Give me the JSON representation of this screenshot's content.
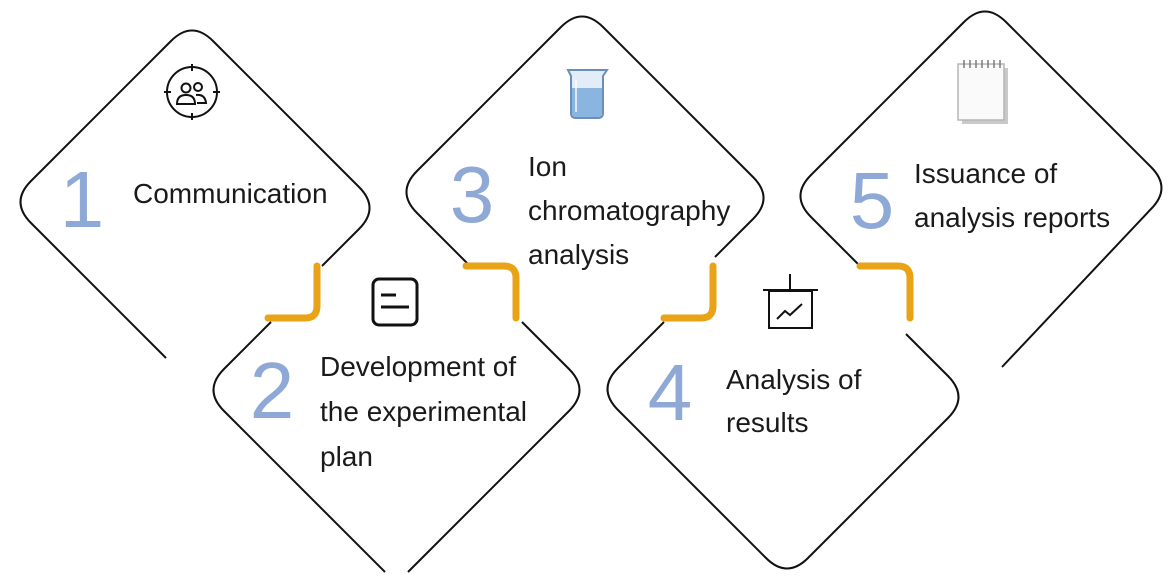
{
  "colors": {
    "outline": "#111111",
    "connector": "#e8a316",
    "number": "#8fa9d6",
    "text": "#1a1a1a"
  },
  "steps": [
    {
      "number": "1",
      "lines": [
        "Communication"
      ],
      "icon": "people-target-icon"
    },
    {
      "number": "2",
      "lines": [
        "Development of",
        "the experimental",
        "plan"
      ],
      "icon": "document-icon"
    },
    {
      "number": "3",
      "lines": [
        "Ion",
        "chromatography",
        "analysis"
      ],
      "icon": "beaker-icon"
    },
    {
      "number": "4",
      "lines": [
        "Analysis of",
        "results"
      ],
      "icon": "presentation-chart-icon"
    },
    {
      "number": "5",
      "lines": [
        "Issuance of",
        "analysis reports"
      ],
      "icon": "notepad-icon"
    }
  ]
}
